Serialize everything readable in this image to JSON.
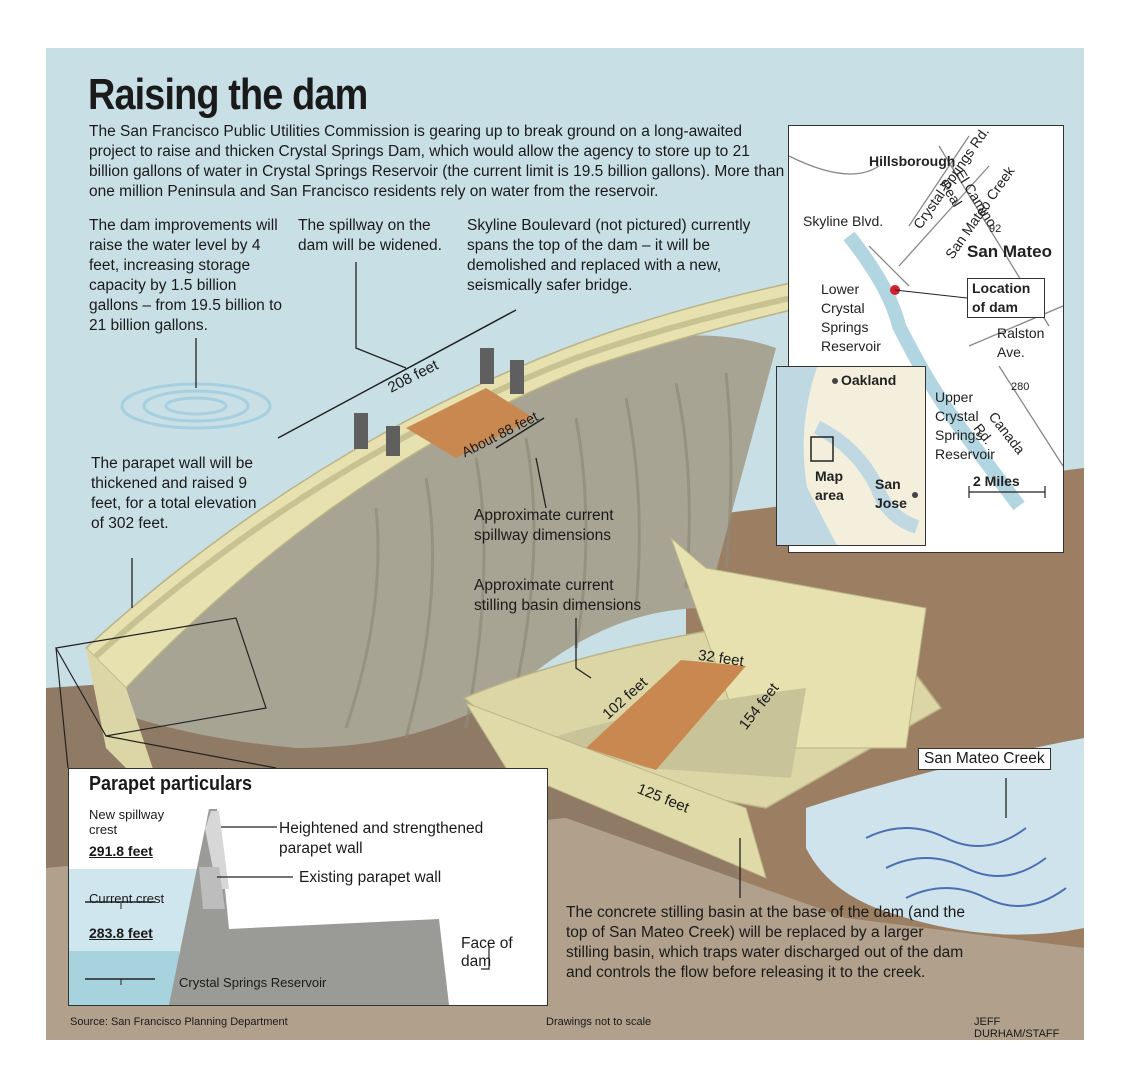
{
  "title": "Raising the dam",
  "intro": "The San Francisco Public Utilities Commission is gearing up to break ground on a long-awaited project to raise and thicken Crystal Springs Dam, which would allow the agency to store up to 21 billion gallons of water in Crystal Springs Reservoir (the current limit is 19.5 billion gallons). More than one million Peninsula and San Francisco residents rely on water from the reservoir.",
  "notes": {
    "water_level": "The dam improvements will raise the water level by 4 feet, increasing storage capacity by 1.5 billion gallons – from 19.5 billion to 21 billion gallons.",
    "spillway": "The spillway on the dam will be widened.",
    "skyline": "Skyline Boulevard (not pictured) currently spans the top of the dam – it will be demolished and replaced with a new, seismically safer bridge.",
    "parapet": "The parapet wall will be thickened and raised 9 feet, for a total elevation of 302 feet.",
    "spillway_dims": "Approximate current spillway dimensions",
    "basin_dims": "Approximate current stilling basin dimensions",
    "basin": "The concrete stilling basin at the base of the dam (and the top of San Mateo Creek) will be replaced by a larger stilling basin, which traps water discharged out of the dam and controls the flow before releasing it to the creek."
  },
  "dimensions": {
    "spillway_width": "208 feet",
    "spillway_current": "About 88 feet",
    "basin_a": "32 feet",
    "basin_b": "102 feet",
    "basin_c": "154 feet",
    "basin_d": "125 feet"
  },
  "creek_label": "San Mateo Creek",
  "map": {
    "places": {
      "hillsborough": "Hillsborough",
      "el_camino": "El Camino Real",
      "crystal_springs_rd": "Crystal Springs Rd.",
      "san_mateo_creek": "San Mateo Creek",
      "skyline": "Skyline Blvd.",
      "san_mateo": "San Mateo",
      "hwy92": "92",
      "lower_reservoir": "Lower Crystal Springs Reservoir",
      "location": "Location of dam",
      "ralston": "Ralston Ave.",
      "hwy280": "280",
      "upper_reservoir": "Upper Crystal Springs Reservoir",
      "canada": "Canada Rd.",
      "scale": "2 Miles"
    },
    "inset": {
      "oakland": "Oakland",
      "map_area": "Map area",
      "san_jose": "San Jose"
    }
  },
  "parapet_box": {
    "title": "Parapet particulars",
    "new_crest_label": "New spillway crest",
    "new_crest_value": "291.8 feet",
    "current_crest_label": "Current crest",
    "current_crest_value": "283.8 feet",
    "heightened": "Heightened and strengthened parapet wall",
    "existing": "Existing parapet wall",
    "face": "Face of dam",
    "reservoir": "Crystal Springs Reservoir"
  },
  "footer": {
    "source": "Source: San Francisco Planning Department",
    "scale_note": "Drawings not to scale",
    "credit": "JEFF DURHAM/STAFF"
  },
  "colors": {
    "sky": "#c9dfe6",
    "dam_face": "#a8a493",
    "dam_top": "#e7e1b0",
    "ground": "#9c7f63",
    "orange": "#c9884f",
    "water": "#7fb9cf"
  }
}
